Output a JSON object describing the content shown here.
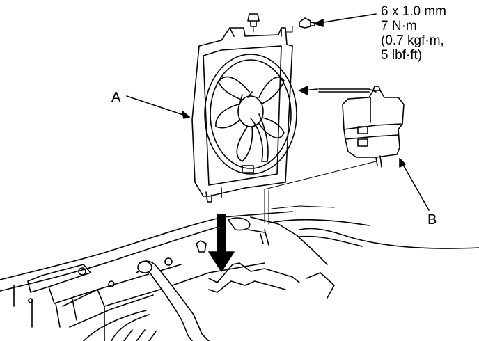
{
  "labels": {
    "a": "A",
    "b": "B"
  },
  "torque_spec": {
    "line1": "6 x 1.0 mm",
    "line2": "7 N·m",
    "line3": "(0.7 kgf·m,",
    "line4": "5 lbf·ft)"
  },
  "colors": {
    "ink": "#000000",
    "paper": "#ffffff"
  }
}
